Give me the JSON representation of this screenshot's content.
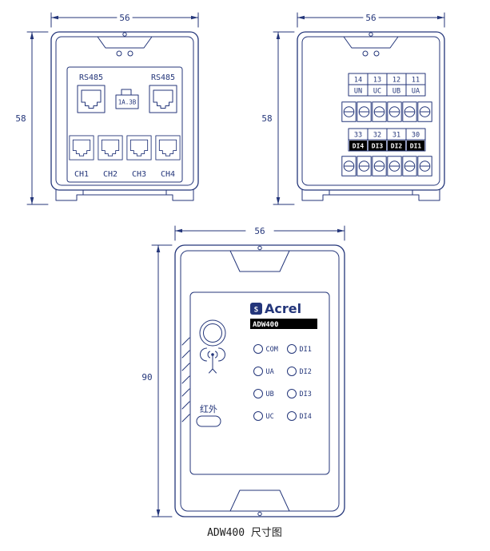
{
  "colors": {
    "line": "#24367A",
    "caption": "#1d1d1d"
  },
  "caption": "ADW400 尺寸图",
  "view_rear": {
    "dim_width": "56",
    "dim_height": "58",
    "port_label": "RS485",
    "module_label": "1A.3B",
    "channels": [
      "CH1",
      "CH2",
      "CH3",
      "CH4"
    ]
  },
  "view_terminal": {
    "dim_width": "56",
    "dim_height": "58",
    "upper_numbers": [
      "14",
      "13",
      "12",
      "11"
    ],
    "upper_names": [
      "UN",
      "UC",
      "UB",
      "UA"
    ],
    "lower_numbers": [
      "33",
      "32",
      "31",
      "30"
    ],
    "lower_names": [
      "DI4",
      "DI3",
      "DI2",
      "DI1"
    ]
  },
  "view_front": {
    "dim_width": "56",
    "dim_height": "90",
    "brand": "Acrel",
    "brand_glyph": "S",
    "model": "ADW400",
    "infrared": "红外",
    "leds_left": [
      "COM",
      "UA",
      "UB",
      "UC"
    ],
    "leds_right": [
      "DI1",
      "DI2",
      "DI3",
      "DI4"
    ]
  }
}
